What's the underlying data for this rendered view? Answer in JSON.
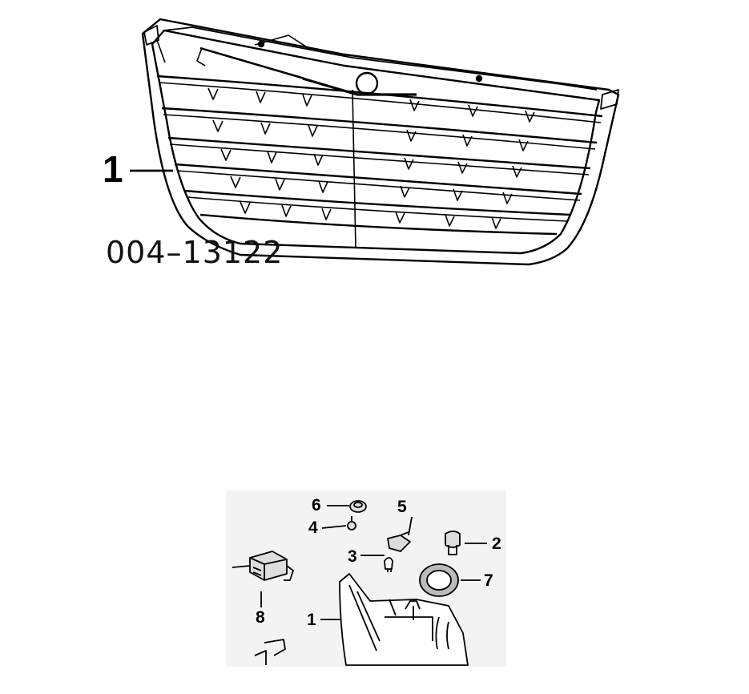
{
  "grille_diagram": {
    "callout": "1",
    "part_code": "004–13122"
  },
  "lamp_diagram": {
    "callouts": {
      "n1": "1",
      "n2": "2",
      "n3": "3",
      "n4": "4",
      "n5": "5",
      "n6": "6",
      "n7": "7",
      "n8": "8"
    }
  }
}
